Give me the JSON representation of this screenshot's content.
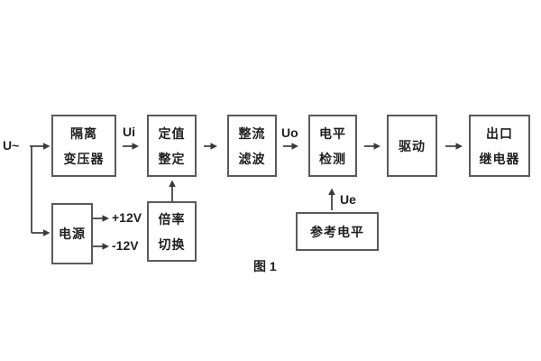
{
  "figure_caption": "图 1",
  "labels": {
    "input": "U~",
    "ui": "Ui",
    "uo": "Uo",
    "ue": "Ue",
    "plus_12v": "+12V",
    "minus_12v": "-12V"
  },
  "blocks": {
    "isolation_transformer": {
      "line1": "隔离",
      "line2": "变压器"
    },
    "value_setting": {
      "line1": "定值",
      "line2": "整定"
    },
    "rectifier_filter": {
      "line1": "整流",
      "line2": "滤波"
    },
    "level_detection": {
      "line1": "电平",
      "line2": "检测"
    },
    "drive": {
      "line1": "驱动"
    },
    "output_relay": {
      "line1": "出口",
      "line2": "继电器"
    },
    "power_supply": {
      "line1": "电源"
    },
    "ratio_switching": {
      "line1": "倍率",
      "line2": "切换"
    },
    "reference_level": {
      "line1": "参考电平"
    }
  },
  "colors": {
    "background": "#ffffff",
    "box_border": "#5a5a5a",
    "line_color": "#3a3a3a",
    "text_color": "#1f1f1f"
  }
}
